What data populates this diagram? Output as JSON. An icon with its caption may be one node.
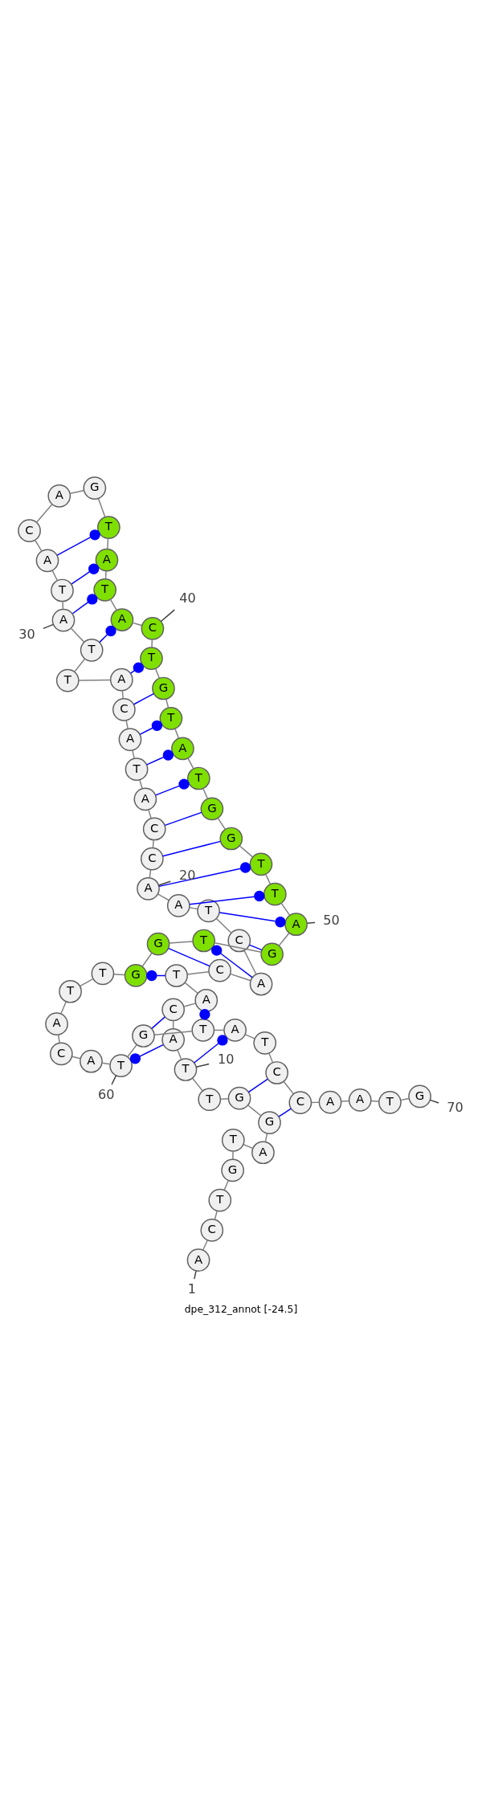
{
  "diagram": {
    "caption": "dpe_312_annot [-24.5]",
    "nodes": [
      {
        "text": [
          "A"
        ]
      },
      {
        "text": [
          "C"
        ]
      },
      {
        "text": [
          "T"
        ]
      },
      {
        "text": [
          "G"
        ]
      },
      {
        "text": [
          "T"
        ]
      },
      {
        "text": [
          "A"
        ]
      },
      {
        "text": [
          "G"
        ]
      },
      {
        "text": [
          "G"
        ]
      },
      {
        "text": [
          "T"
        ]
      },
      {
        "text": [
          "T"
        ]
      },
      {
        "text": [
          "A"
        ]
      },
      {
        "text": [
          "C"
        ]
      },
      {
        "text": [
          "A"
        ]
      },
      {
        "text": [
          "T"
        ]
      },
      {
        "text": [
          "C"
        ]
      },
      {
        "text": [
          "A"
        ]
      },
      {
        "text": [
          "C"
        ]
      },
      {
        "text": [
          "T"
        ]
      },
      {
        "text": [
          "A"
        ]
      },
      {
        "text": [
          "A"
        ]
      },
      {
        "text": [
          "C"
        ]
      },
      {
        "text": [
          "C"
        ]
      },
      {
        "text": [
          "A"
        ]
      },
      {
        "text": [
          "T"
        ]
      },
      {
        "text": [
          "A"
        ]
      },
      {
        "text": [
          "C"
        ]
      },
      {
        "text": [
          "A"
        ]
      },
      {
        "text": [
          "T"
        ]
      },
      {
        "text": [
          "T"
        ]
      },
      {
        "text": [
          "A"
        ]
      },
      {
        "text": [
          "T"
        ]
      },
      {
        "text": [
          "A"
        ]
      },
      {
        "text": [
          "C"
        ]
      },
      {
        "text": [
          "A"
        ]
      },
      {
        "text": [
          "G"
        ]
      },
      {
        "text": [
          "T"
        ]
      },
      {
        "text": [
          "A"
        ]
      },
      {
        "text": [
          "T"
        ]
      },
      {
        "text": [
          "A"
        ]
      },
      {
        "text": [
          "C"
        ]
      },
      {
        "text": [
          "T"
        ]
      },
      {
        "text": [
          "G"
        ]
      },
      {
        "text": [
          "T"
        ]
      },
      {
        "text": [
          "A"
        ]
      },
      {
        "text": [
          "T"
        ]
      },
      {
        "text": [
          "G"
        ]
      },
      {
        "text": [
          "G"
        ]
      },
      {
        "text": [
          "T"
        ]
      },
      {
        "text": [
          "T"
        ]
      },
      {
        "text": [
          "A"
        ]
      },
      {
        "text": [
          "G"
        ]
      },
      {
        "text": [
          "T"
        ]
      },
      {
        "text": [
          "G"
        ]
      },
      {
        "text": [
          "G"
        ]
      },
      {
        "text": [
          "T"
        ]
      },
      {
        "text": [
          "T"
        ]
      },
      {
        "text": [
          "A"
        ]
      },
      {
        "text": [
          "C"
        ]
      },
      {
        "text": [
          "A"
        ]
      },
      {
        "text": [
          "T"
        ]
      },
      {
        "text": [
          "G"
        ]
      },
      {
        "text": [
          "T"
        ]
      },
      {
        "text": [
          "A"
        ]
      },
      {
        "text": [
          "T"
        ]
      },
      {
        "text": [
          "C"
        ]
      },
      {
        "text": [
          "C"
        ]
      },
      {
        "text": [
          "A"
        ]
      },
      {
        "text": [
          "A"
        ]
      },
      {
        "text": [
          "T"
        ]
      },
      {
        "text": [
          "G"
        ]
      },
      {
        "text": [
          "1"
        ]
      },
      {
        "text": [
          "10"
        ]
      },
      {
        "text": [
          "20"
        ]
      },
      {
        "text": [
          "30"
        ]
      },
      {
        "text": [
          "40"
        ]
      },
      {
        "text": [
          "50"
        ]
      },
      {
        "text": [
          "60"
        ]
      },
      {
        "text": [
          "70"
        ]
      }
    ],
    "edges": [
      {
        "from": 0,
        "to": 1,
        "arrow": "none"
      },
      {
        "from": 1,
        "to": 2,
        "arrow": "none"
      },
      {
        "from": 2,
        "to": 3,
        "arrow": "none"
      },
      {
        "from": 3,
        "to": 4,
        "arrow": "none"
      },
      {
        "from": 4,
        "to": 5,
        "arrow": "none"
      },
      {
        "from": 5,
        "to": 6,
        "arrow": "none"
      },
      {
        "from": 6,
        "to": 7,
        "arrow": "none"
      },
      {
        "from": 7,
        "to": 8,
        "arrow": "none"
      },
      {
        "from": 8,
        "to": 9,
        "arrow": "none"
      },
      {
        "from": 9,
        "to": 10,
        "arrow": "none"
      },
      {
        "from": 10,
        "to": 11,
        "arrow": "none"
      },
      {
        "from": 11,
        "to": 12,
        "arrow": "none"
      },
      {
        "from": 12,
        "to": 13,
        "arrow": "none"
      },
      {
        "from": 13,
        "to": 14,
        "arrow": "none"
      },
      {
        "from": 14,
        "to": 15,
        "arrow": "none"
      },
      {
        "from": 15,
        "to": 16,
        "arrow": "none"
      },
      {
        "from": 16,
        "to": 17,
        "arrow": "none"
      },
      {
        "from": 17,
        "to": 18,
        "arrow": "none"
      },
      {
        "from": 18,
        "to": 19,
        "arrow": "none"
      },
      {
        "from": 19,
        "to": 20,
        "arrow": "none"
      },
      {
        "from": 20,
        "to": 21,
        "arrow": "none"
      },
      {
        "from": 21,
        "to": 22,
        "arrow": "none"
      },
      {
        "from": 22,
        "to": 23,
        "arrow": "none"
      },
      {
        "from": 23,
        "to": 24,
        "arrow": "none"
      },
      {
        "from": 24,
        "to": 25,
        "arrow": "none"
      },
      {
        "from": 25,
        "to": 26,
        "arrow": "none"
      },
      {
        "from": 26,
        "to": 27,
        "arrow": "none"
      },
      {
        "from": 27,
        "to": 28,
        "arrow": "none"
      },
      {
        "from": 28,
        "to": 29,
        "arrow": "none"
      },
      {
        "from": 29,
        "to": 30,
        "arrow": "none"
      },
      {
        "from": 30,
        "to": 31,
        "arrow": "none"
      },
      {
        "from": 31,
        "to": 32,
        "arrow": "none"
      },
      {
        "from": 32,
        "to": 33,
        "arrow": "none"
      },
      {
        "from": 33,
        "to": 34,
        "arrow": "none"
      },
      {
        "from": 34,
        "to": 35,
        "arrow": "none"
      },
      {
        "from": 35,
        "to": 36,
        "arrow": "none"
      },
      {
        "from": 36,
        "to": 37,
        "arrow": "none"
      },
      {
        "from": 37,
        "to": 38,
        "arrow": "none"
      },
      {
        "from": 38,
        "to": 39,
        "arrow": "none"
      },
      {
        "from": 39,
        "to": 40,
        "arrow": "none"
      },
      {
        "from": 40,
        "to": 41,
        "arrow": "none"
      },
      {
        "from": 41,
        "to": 42,
        "arrow": "none"
      },
      {
        "from": 42,
        "to": 43,
        "arrow": "none"
      },
      {
        "from": 43,
        "to": 44,
        "arrow": "none"
      },
      {
        "from": 44,
        "to": 45,
        "arrow": "none"
      },
      {
        "from": 45,
        "to": 46,
        "arrow": "none"
      },
      {
        "from": 46,
        "to": 47,
        "arrow": "none"
      },
      {
        "from": 47,
        "to": 48,
        "arrow": "none"
      },
      {
        "from": 48,
        "to": 49,
        "arrow": "none"
      },
      {
        "from": 49,
        "to": 50,
        "arrow": "none"
      },
      {
        "from": 50,
        "to": 51,
        "arrow": "none"
      },
      {
        "from": 51,
        "to": 52,
        "arrow": "none"
      },
      {
        "from": 52,
        "to": 53,
        "arrow": "none"
      },
      {
        "from": 53,
        "to": 54,
        "arrow": "none"
      },
      {
        "from": 54,
        "to": 55,
        "arrow": "none"
      },
      {
        "from": 55,
        "to": 56,
        "arrow": "none"
      },
      {
        "from": 56,
        "to": 57,
        "arrow": "none"
      },
      {
        "from": 57,
        "to": 58,
        "arrow": "none"
      },
      {
        "from": 58,
        "to": 59,
        "arrow": "none"
      },
      {
        "from": 59,
        "to": 60,
        "arrow": "none"
      },
      {
        "from": 60,
        "to": 61,
        "arrow": "none"
      },
      {
        "from": 61,
        "to": 62,
        "arrow": "none"
      },
      {
        "from": 62,
        "to": 63,
        "arrow": "none"
      },
      {
        "from": 63,
        "to": 64,
        "arrow": "none"
      },
      {
        "from": 64,
        "to": 65,
        "arrow": "none"
      },
      {
        "from": 65,
        "to": 66,
        "arrow": "none"
      },
      {
        "from": 66,
        "to": 67,
        "arrow": "none"
      },
      {
        "from": 67,
        "to": 68,
        "arrow": "none"
      },
      {
        "from": 68,
        "to": 69,
        "arrow": "none"
      },
      {
        "from": 6,
        "to": 65,
        "arrow": "none",
        "color": "#0000ff"
      },
      {
        "from": 7,
        "to": 64,
        "arrow": "none",
        "color": "#0000ff"
      },
      {
        "from": 9,
        "to": 62,
        "arrow": "other",
        "color": "#0000ff"
      },
      {
        "from": 10,
        "to": 59,
        "arrow": "other",
        "color": "#0000ff"
      },
      {
        "from": 11,
        "to": 60,
        "arrow": "none",
        "color": "#0000ff"
      },
      {
        "from": 12,
        "to": 61,
        "arrow": "other",
        "color": "#0000ff"
      },
      {
        "from": 13,
        "to": 53,
        "arrow": "other",
        "color": "#0000ff"
      },
      {
        "from": 14,
        "to": 52,
        "arrow": "none",
        "color": "#0000ff"
      },
      {
        "from": 15,
        "to": 51,
        "arrow": "other",
        "color": "#0000ff"
      },
      {
        "from": 16,
        "to": 50,
        "arrow": "none",
        "color": "#0000ff"
      },
      {
        "from": 17,
        "to": 49,
        "arrow": "other",
        "color": "#0000ff"
      },
      {
        "from": 18,
        "to": 48,
        "arrow": "other",
        "color": "#0000ff"
      },
      {
        "from": 19,
        "to": 47,
        "arrow": "other",
        "color": "#0000ff"
      },
      {
        "from": 20,
        "to": 46,
        "arrow": "none",
        "color": "#0000ff"
      },
      {
        "from": 21,
        "to": 45,
        "arrow": "none",
        "color": "#0000ff"
      },
      {
        "from": 22,
        "to": 44,
        "arrow": "other",
        "color": "#0000ff"
      },
      {
        "from": 23,
        "to": 43,
        "arrow": "other",
        "color": "#0000ff"
      },
      {
        "from": 24,
        "to": 42,
        "arrow": "other",
        "color": "#0000ff"
      },
      {
        "from": 25,
        "to": 41,
        "arrow": "none",
        "color": "#0000ff"
      },
      {
        "from": 26,
        "to": 40,
        "arrow": "other",
        "color": "#0000ff"
      },
      {
        "from": 28,
        "to": 38,
        "arrow": "other",
        "color": "#0000ff"
      },
      {
        "from": 29,
        "to": 37,
        "arrow": "other",
        "color": "#0000ff"
      },
      {
        "from": 30,
        "to": 36,
        "arrow": "other",
        "color": "#0000ff"
      },
      {
        "from": 31,
        "to": 35,
        "arrow": "other",
        "color": "#0000ff"
      },
      {
        "from": 70,
        "to": 0,
        "arrow": "none"
      },
      {
        "from": 71,
        "to": 9,
        "arrow": "none"
      },
      {
        "from": 72,
        "to": 19,
        "arrow": "none"
      },
      {
        "from": 73,
        "to": 29,
        "arrow": "none"
      },
      {
        "from": 74,
        "to": 39,
        "arrow": "none"
      },
      {
        "from": 75,
        "to": 49,
        "arrow": "none"
      },
      {
        "from": 76,
        "to": 59,
        "arrow": "none"
      },
      {
        "from": 77,
        "to": 69,
        "arrow": "none"
      }
    ]
  }
}
